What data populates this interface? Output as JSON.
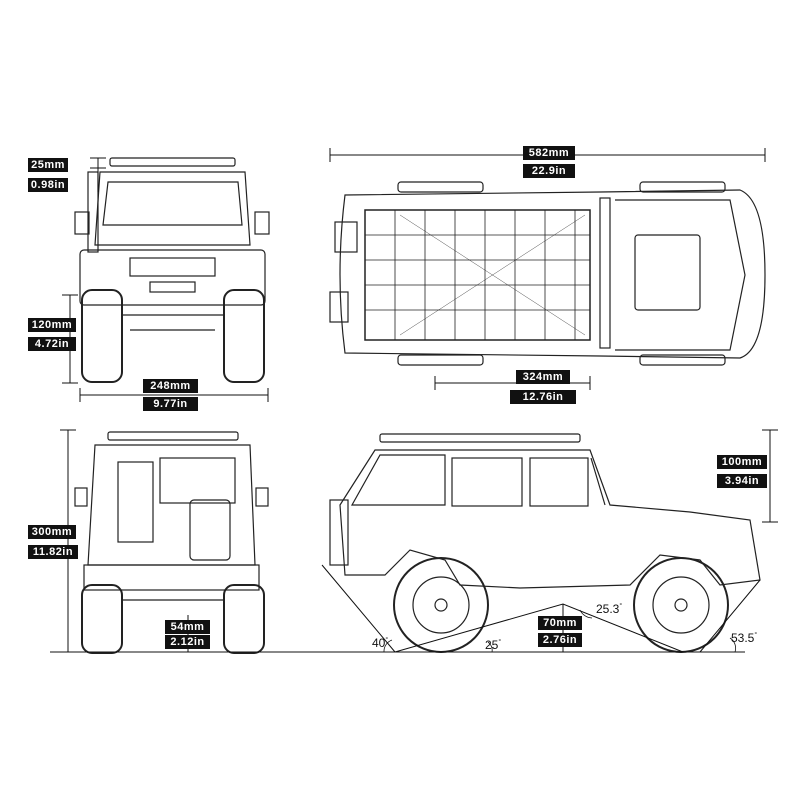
{
  "dimensions": {
    "front_top": {
      "mm": "25mm",
      "in": "0.98in"
    },
    "overall_length": {
      "mm": "582mm",
      "in": "22.9in"
    },
    "front_ground_clearance_height": {
      "mm": "120mm",
      "in": "4.72in"
    },
    "width": {
      "mm": "248mm",
      "in": "9.77in"
    },
    "wheelbase": {
      "mm": "324mm",
      "in": "12.76in"
    },
    "side_top": {
      "mm": "100mm",
      "in": "3.94in"
    },
    "height": {
      "mm": "300mm",
      "in": "11.82in"
    },
    "rear_clearance": {
      "mm": "54mm",
      "in": "2.12in"
    },
    "belly_clearance": {
      "mm": "70mm",
      "in": "2.76in"
    }
  },
  "angles": {
    "approach_rear": "40",
    "breakover_left": "25",
    "breakover_right": "25.3",
    "departure_front": "53.5",
    "degree_symbol": "°"
  },
  "colors": {
    "line": "#111111",
    "label_bg": "#111111",
    "label_text": "#ffffff"
  }
}
